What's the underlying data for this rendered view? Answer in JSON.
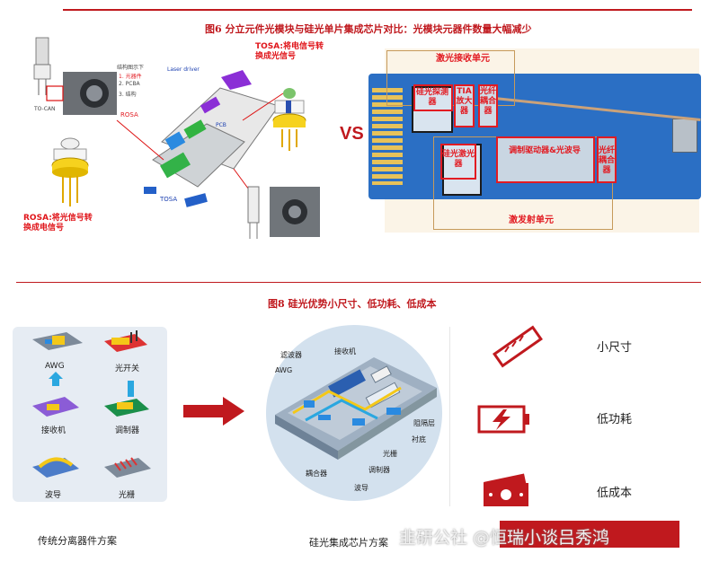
{
  "top": {
    "title": "图6  分立元件光模块与硅光单片集成芯片对比：光模块元器件数量大幅减少",
    "vs": "VS",
    "tosa_desc": "TOSA:将电信号转换成光信号",
    "rosa_desc": "ROSA:将光信号转换成电信号",
    "legend_title": "结构图示下",
    "legend_items": [
      "1. 光器件",
      "2. PCBA",
      "3. 结构"
    ],
    "parts": {
      "rosa": "ROSA",
      "tosa": "TOSA",
      "laser_driver": "Laser driver",
      "pcb": "PCB",
      "to_can": "TO-CAN"
    },
    "pcb_labels": {
      "rx_unit": "激光接收单元",
      "tx_unit": "激发射单元",
      "photodetector": "硅光探测器",
      "tia": "TIA放大器",
      "fiber_coupler": "光纤耦合器",
      "si_laser": "硅光激光器",
      "modulator_driver": "调制驱动器&光波导",
      "fiber_coupler2": "光纤耦合器"
    }
  },
  "bottom": {
    "title": "图8  硅光优势小尺寸、低功耗、低成本",
    "left_cells": [
      "AWG",
      "光开关",
      "接收机",
      "调制器",
      "波导",
      "光栅"
    ],
    "left_caption": "传统分离器件方案",
    "callouts": [
      "滤波器",
      "接收机",
      "AWG",
      "阻隔层",
      "衬底",
      "光栅",
      "调制器",
      "耦合器",
      "波导"
    ],
    "center_caption": "硅光集成芯片方案",
    "advantages": [
      "小尺寸",
      "低功耗",
      "低成本"
    ],
    "watermark": "韭研公社   @恒瑞小谈吕秀鸿"
  },
  "colors": {
    "accent": "#c0191e",
    "pcb_blue": "#2b6fc4",
    "box_red": "#e21b22",
    "frame_tan": "#c69a5b"
  }
}
